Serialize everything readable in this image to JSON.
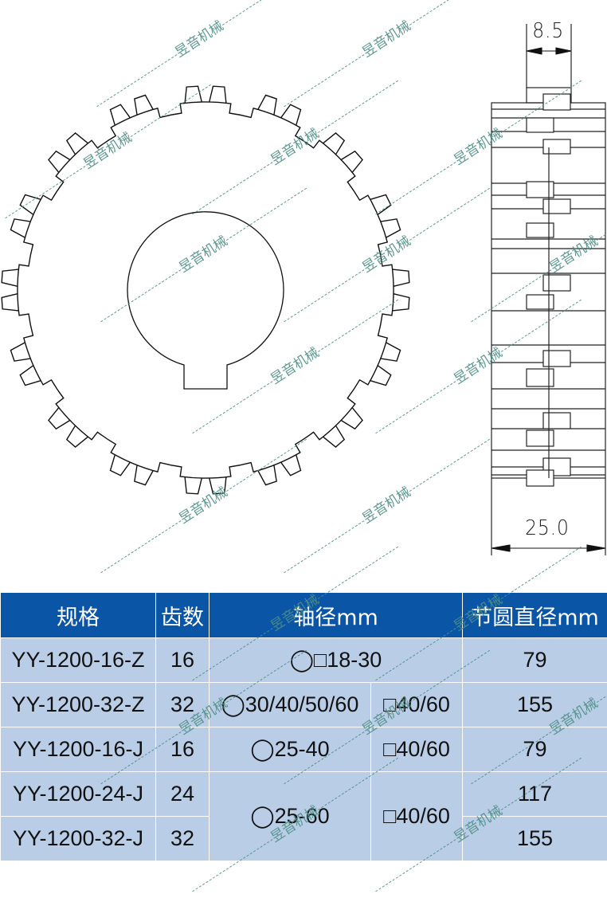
{
  "drawing": {
    "front_view": {
      "teeth_pairs": 16,
      "bore_shape": "round-with-keyway"
    },
    "side_view": {
      "top_dimension": "8.5",
      "bottom_dimension": "25.0"
    }
  },
  "watermark": {
    "text": "昱音机械",
    "color": "#4d8f86"
  },
  "table": {
    "header_color": "#0b55a7",
    "row_color": "#b9cde7",
    "headers": {
      "spec": "规格",
      "teeth": "齿数",
      "shaft": "轴径mm",
      "pitch": "节圆直径mm"
    },
    "rows": [
      {
        "spec": "YY-1200-16-Z",
        "teeth": "16",
        "shaft_combined": "◯□18-30",
        "pitch": "79"
      },
      {
        "spec": "YY-1200-32-Z",
        "teeth": "32",
        "shaft_round": "◯30/40/50/60",
        "shaft_square": "□40/60",
        "pitch": "155"
      },
      {
        "spec": "YY-1200-16-J",
        "teeth": "16",
        "shaft_round": "◯25-40",
        "shaft_square": "□40/60",
        "pitch": "79"
      },
      {
        "spec": "YY-1200-24-J",
        "teeth": "24",
        "shaft_round": "◯25-60",
        "shaft_square": "□40/60",
        "pitch": "117"
      },
      {
        "spec": "YY-1200-32-J",
        "teeth": "32",
        "pitch": "155"
      }
    ]
  }
}
